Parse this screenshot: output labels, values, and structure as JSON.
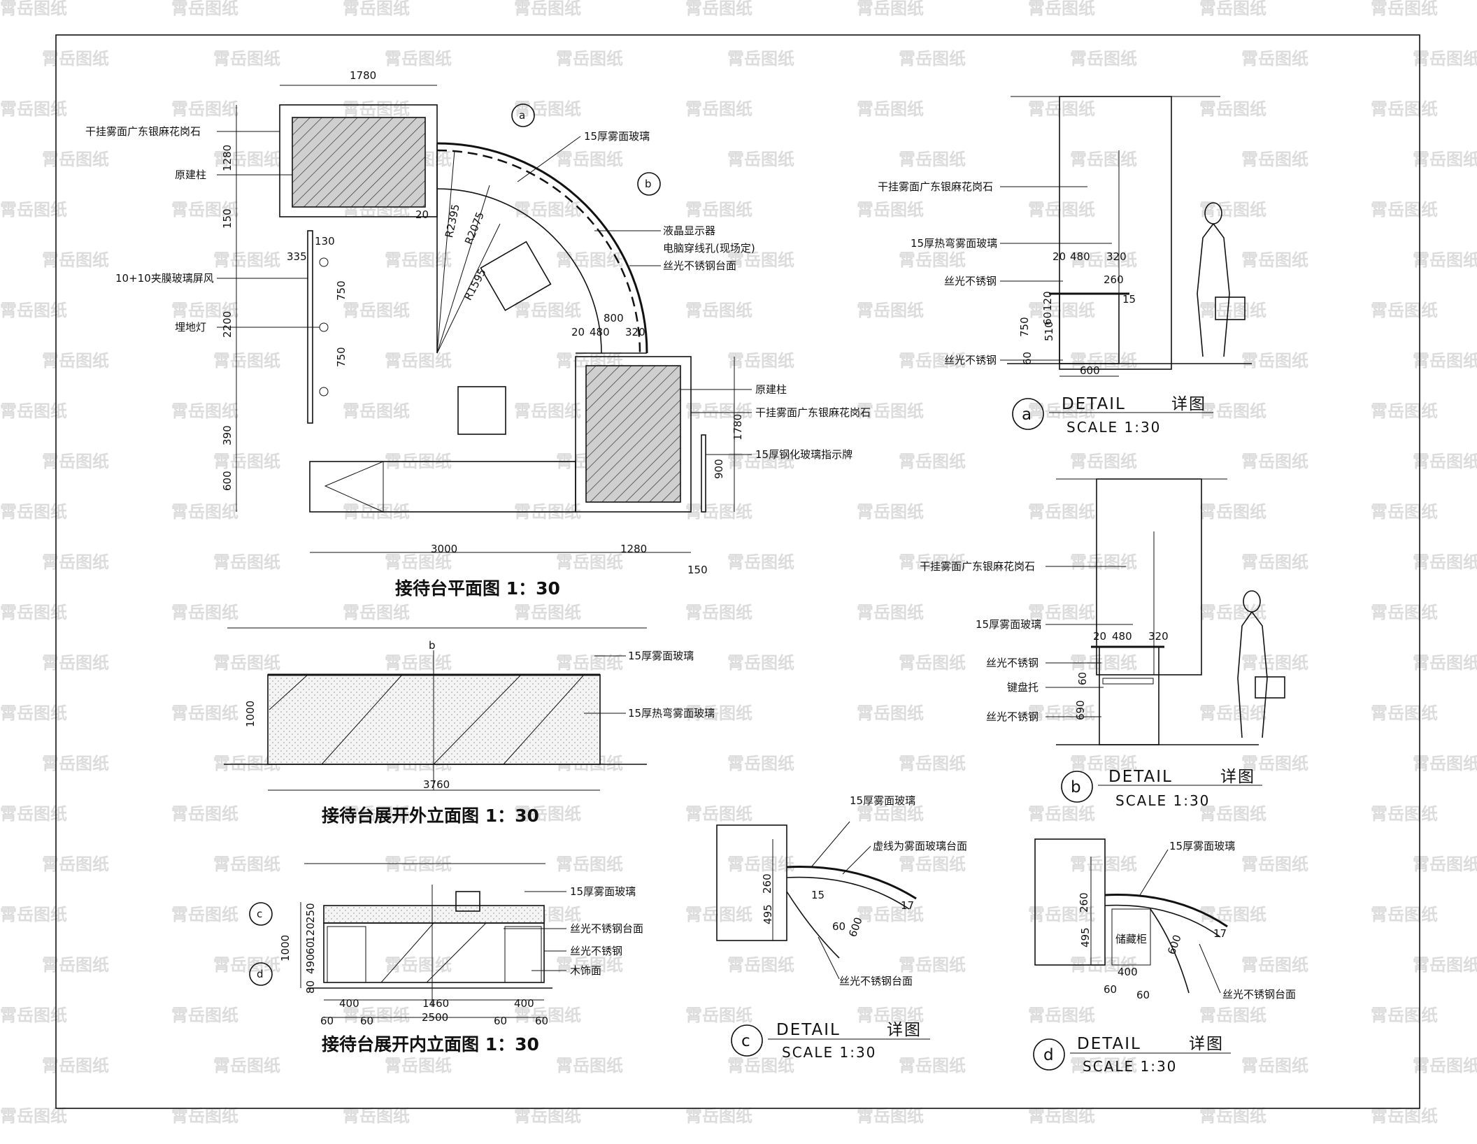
{
  "watermark": "霄岳图纸",
  "plan": {
    "title": "接待台平面图 1：30",
    "dims": {
      "d1780_top": "1780",
      "d1280": "1280",
      "d150a": "150",
      "d2200": "2200",
      "d390": "390",
      "d600": "600",
      "d335": "335",
      "d130": "130",
      "d750a": "750",
      "d750b": "750",
      "d3000": "3000",
      "d1280b": "1280",
      "d150b": "150",
      "d1780_r": "1780",
      "d900": "900",
      "d800": "800",
      "d20": "20",
      "d480": "480",
      "d320": "320",
      "d20b": "20",
      "r2395": "R2395",
      "r2075": "R2075",
      "r1595": "R1595"
    },
    "labels": {
      "granite": "干挂雾面广东银麻花岗石",
      "column": "原建柱",
      "screen": "10+10夹膜玻璃屏风",
      "uplight": "埋地灯",
      "frosted_glass": "15厚雾面玻璃",
      "lcd": "液晶显示器",
      "cable_hole": "电脑穿线孔(现场定)",
      "steel_top": "丝光不锈钢台面",
      "column_r": "原建柱",
      "granite_r": "干挂雾面广东银麻花岗石",
      "sign": "15厚钢化玻璃指示牌"
    },
    "markers": {
      "a": "a",
      "b": "b"
    }
  },
  "outer_elev": {
    "title": "接待台展开外立面图 1：30",
    "dims": {
      "d1000": "1000",
      "d3760": "3760"
    },
    "labels": {
      "glass15": "15厚雾面玻璃",
      "bent_glass": "15厚热弯雾面玻璃"
    },
    "marker": "b"
  },
  "inner_elev": {
    "title": "接待台展开内立面图 1：30",
    "dims": {
      "h1000": "1000",
      "h250": "250",
      "h120": "120",
      "h60": "60",
      "h490": "490",
      "h80": "80",
      "w400a": "400",
      "w1460": "1460",
      "w400b": "400",
      "w2500": "2500",
      "w60a": "60",
      "w60b": "60",
      "w60c": "60",
      "w60d": "60"
    },
    "labels": {
      "glass15": "15厚雾面玻璃",
      "steel_top": "丝光不锈钢台面",
      "steel": "丝光不锈钢",
      "wood": "木饰面"
    },
    "markers": {
      "c": "c",
      "d": "d"
    }
  },
  "detail_a": {
    "marker": "a",
    "detail": "DETAIL",
    "cn": "详图",
    "scale": "SCALE 1:30",
    "labels": {
      "granite": "干挂雾面广东银麻花岗石",
      "bent_glass": "15厚热弯雾面玻璃",
      "steel1": "丝光不锈钢",
      "steel2": "丝光不锈钢"
    },
    "dims": {
      "d20": "20",
      "d480": "480",
      "d320": "320",
      "d260": "260",
      "d15": "15",
      "d120": "120",
      "d60a": "60",
      "d750": "750",
      "d510": "510",
      "d60b": "60",
      "d600": "600"
    }
  },
  "detail_b": {
    "marker": "b",
    "detail": "DETAIL",
    "cn": "详图",
    "scale": "SCALE 1:30",
    "labels": {
      "granite": "干挂雾面广东银麻花岗石",
      "glass15": "15厚雾面玻璃",
      "steel1": "丝光不锈钢",
      "keyboard": "键盘托",
      "steel2": "丝光不锈钢"
    },
    "dims": {
      "d20": "20",
      "d480": "480",
      "d320": "320",
      "d60": "60",
      "d690": "690"
    }
  },
  "detail_c": {
    "marker": "c",
    "detail": "DETAIL",
    "cn": "详图",
    "scale": "SCALE 1:30",
    "labels": {
      "glass15": "15厚雾面玻璃",
      "dashed_note": "虚线为雾面玻璃台面",
      "steel_top": "丝光不锈钢台面"
    },
    "dims": {
      "d260": "260",
      "d495": "495",
      "d15": "15",
      "d60": "60",
      "d600": "600",
      "d17": "17"
    }
  },
  "detail_d": {
    "marker": "d",
    "detail": "DETAIL",
    "cn": "详图",
    "scale": "SCALE 1:30",
    "labels": {
      "glass15": "15厚雾面玻璃",
      "cabinet": "储藏柜",
      "steel_top": "丝光不锈钢台面"
    },
    "dims": {
      "d260": "260",
      "d495": "495",
      "d400": "400",
      "d600": "600",
      "d60a": "60",
      "d60b": "60",
      "d17": "17"
    }
  }
}
